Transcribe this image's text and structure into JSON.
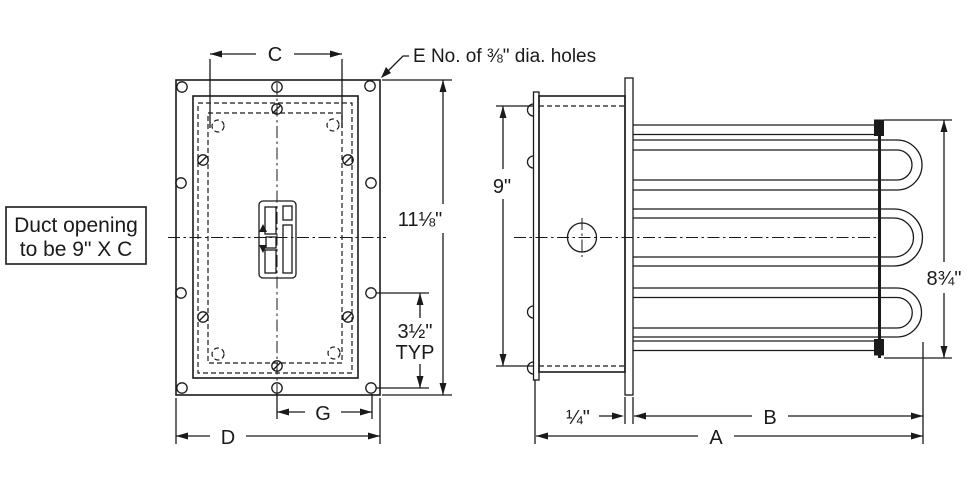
{
  "drawing": {
    "note_box": {
      "line1": "Duct opening",
      "line2": "to be 9\" X C"
    },
    "holes_note": "E No. of ⅜\" dia. holes",
    "front_view": {
      "dim_c": "C",
      "dim_d": "D",
      "dim_g": "G",
      "dim_height": "11⅛\"",
      "dim_hole_spacing": "3½\"",
      "dim_hole_spacing_suffix": "TYP"
    },
    "side_view": {
      "dim_duct_height": "9\"",
      "dim_flange_thickness": "¼\"",
      "dim_element_length": "B",
      "dim_overall_length": "A",
      "dim_bend_height": "8¾\""
    },
    "colors": {
      "line": "#1a1a1a",
      "background": "#ffffff"
    }
  }
}
